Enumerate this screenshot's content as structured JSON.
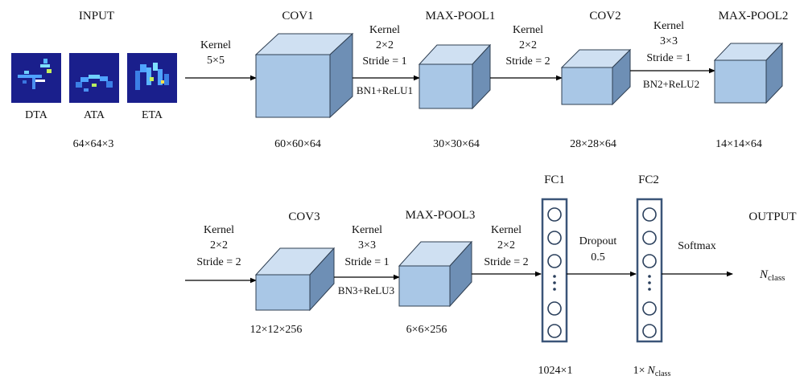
{
  "colors": {
    "cube_front": "#a9c7e6",
    "cube_top": "#cfe0f2",
    "cube_side": "#6e8fb5",
    "heatmap_bg": "#1a1f8c",
    "fc_border": "#3b5578"
  },
  "input": {
    "title": "INPUT",
    "maps": [
      "DTA",
      "ATA",
      "ETA"
    ],
    "size": "64×64×3"
  },
  "layers": {
    "cov1": {
      "title": "COV1",
      "size": "60×60×64"
    },
    "maxpool1": {
      "title": "MAX-POOL1",
      "size": "30×30×64"
    },
    "cov2": {
      "title": "COV2",
      "size": "28×28×64"
    },
    "maxpool2": {
      "title": "MAX-POOL2",
      "size": "14×14×64"
    },
    "cov3": {
      "title": "COV3",
      "size": "12×12×256"
    },
    "maxpool3": {
      "title": "MAX-POOL3",
      "size": "6×6×256"
    },
    "fc1": {
      "title": "FC1",
      "size": "1024×1"
    },
    "fc2": {
      "title": "FC2",
      "size_prefix": "1×",
      "size_var": "N",
      "size_sub": "class"
    }
  },
  "ops": {
    "op1": {
      "line1": "Kernel",
      "line2": "5×5"
    },
    "op2": {
      "line1": "Kernel",
      "line2": "2×2",
      "line3": "Stride = 1",
      "below": "BN1+ReLU1"
    },
    "op3": {
      "line1": "Kernel",
      "line2": "2×2",
      "line3": "Stride = 2"
    },
    "op4": {
      "line1": "Kernel",
      "line2": "3×3",
      "line3": "Stride = 1",
      "below": "BN2+ReLU2"
    },
    "op5": {
      "line1": "Kernel",
      "line2": "2×2",
      "line3": "Stride = 2"
    },
    "op6": {
      "line1": "Kernel",
      "line2": "3×3",
      "line3": "Stride = 1",
      "below": "BN3+ReLU3"
    },
    "op7": {
      "line1": "Kernel",
      "line2": "2×2",
      "line3": "Stride = 2"
    },
    "dropout": {
      "line1": "Dropout",
      "line2": "0.5"
    },
    "softmax": {
      "label": "Softmax"
    }
  },
  "output": {
    "title": "OUTPUT",
    "var": "N",
    "sub": "class"
  }
}
